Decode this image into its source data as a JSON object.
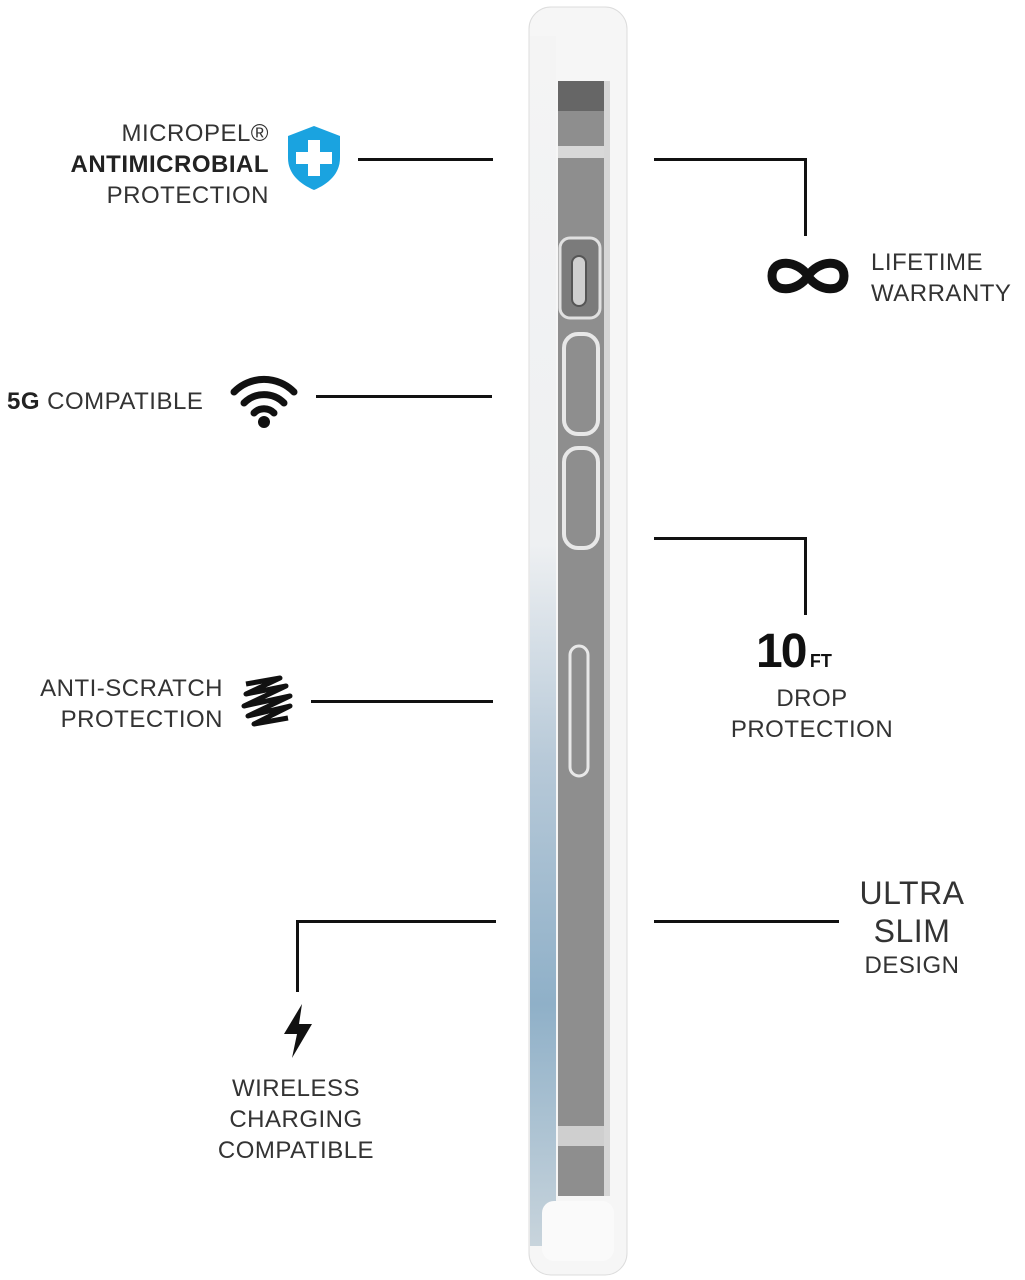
{
  "features": {
    "antimicrobial": {
      "line1": "MICROPEL®",
      "line2": "ANTIMICROBIAL",
      "line3": "PROTECTION",
      "icon": "shield-plus-icon",
      "color": "#1aa3e0"
    },
    "fiveg": {
      "bold": "5G",
      "rest": " COMPATIBLE",
      "icon": "wifi-icon"
    },
    "scratch": {
      "line1": "ANTI-SCRATCH",
      "line2": "PROTECTION",
      "icon": "scribble-icon"
    },
    "wireless": {
      "line1": "WIRELESS",
      "line2": "CHARGING",
      "line3": "COMPATIBLE",
      "icon": "lightning-icon"
    },
    "warranty": {
      "line1": "LIFETIME",
      "line2": "WARRANTY",
      "icon": "infinity-icon"
    },
    "drop": {
      "number": "10",
      "unit": "FT",
      "line1": "DROP",
      "line2": "PROTECTION"
    },
    "slim": {
      "line1": "ULTRA",
      "line2": "SLIM",
      "line3": "DESIGN"
    }
  }
}
